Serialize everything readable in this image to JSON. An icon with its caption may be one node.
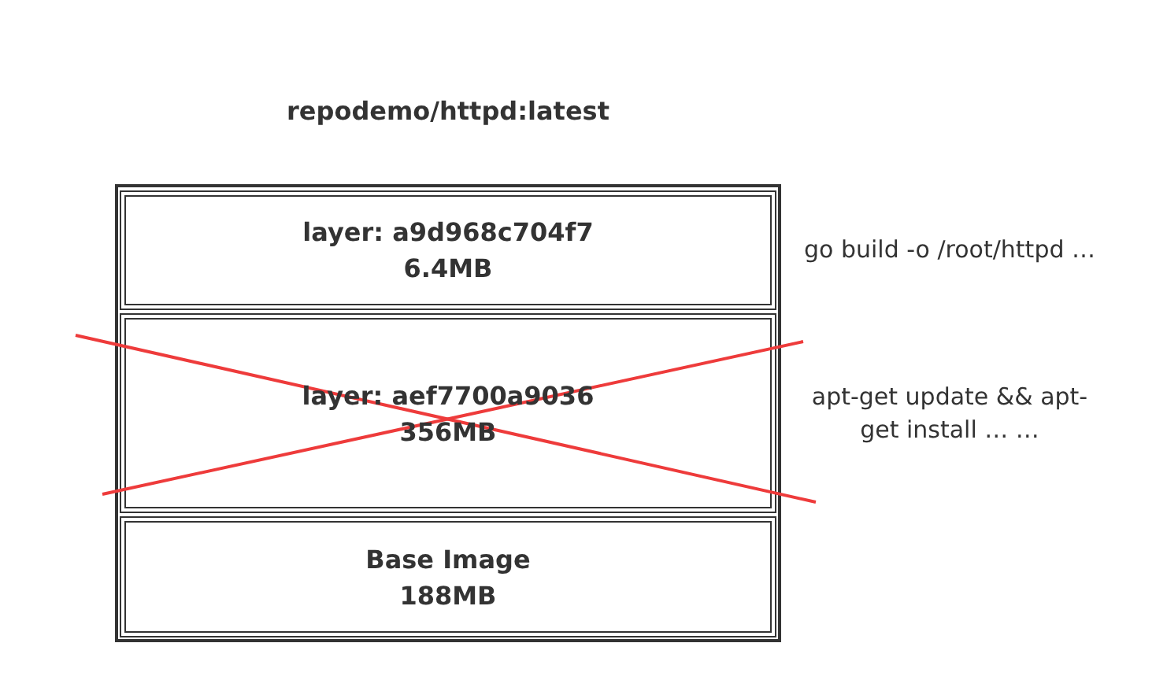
{
  "diagram": {
    "nodes": [
      {
        "text": [
          "repodemo/httpd:latest"
        ]
      },
      {
        "text": [
          "layer: a9d968c704f7",
          "6.4MB"
        ],
        "in": 0,
        "beside": [
          "go build -o /root/httpd …"
        ]
      },
      {
        "text": [
          "layer: aef7700a9036",
          "356MB"
        ],
        "in": 0,
        "beside": [
          "apt-get update && apt-get install … …"
        ]
      },
      {
        "text": [
          "Base Image",
          "188MB"
        ],
        "in": 0
      }
    ]
  }
}
